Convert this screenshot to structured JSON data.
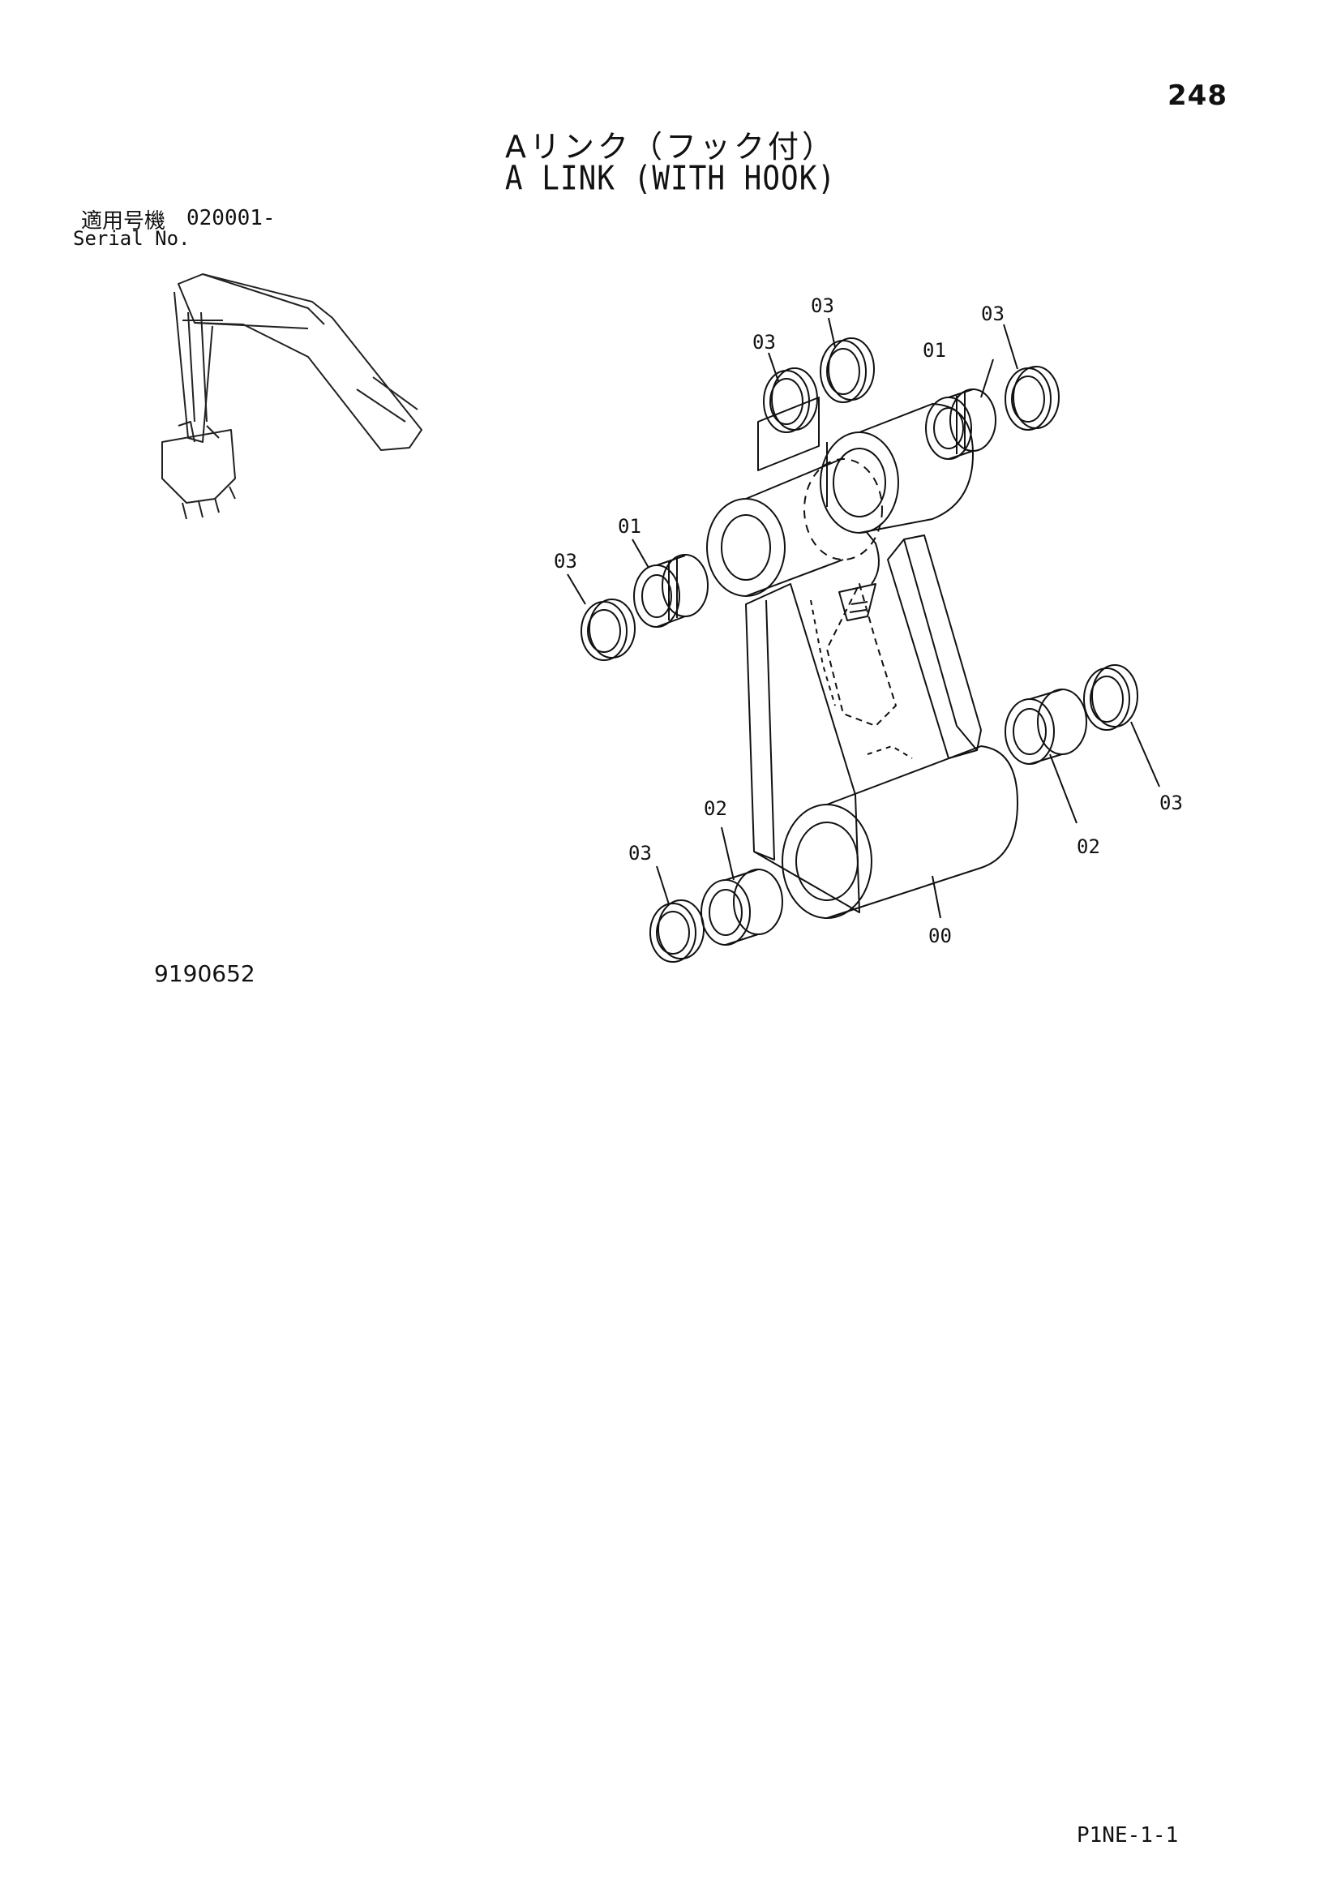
{
  "page": {
    "number": "248",
    "title_ja": "Aリンク（フック付）",
    "title_en": "A LINK (WITH HOOK)",
    "serial_ja": "適用号機",
    "serial_value": "020001-",
    "serial_en": "Serial No.",
    "figure_number": "9190652",
    "page_code": "P1NE-1-1"
  },
  "callouts": [
    "03",
    "03",
    "03",
    "01",
    "01",
    "03",
    "02",
    "03",
    "03",
    "02",
    "00"
  ]
}
